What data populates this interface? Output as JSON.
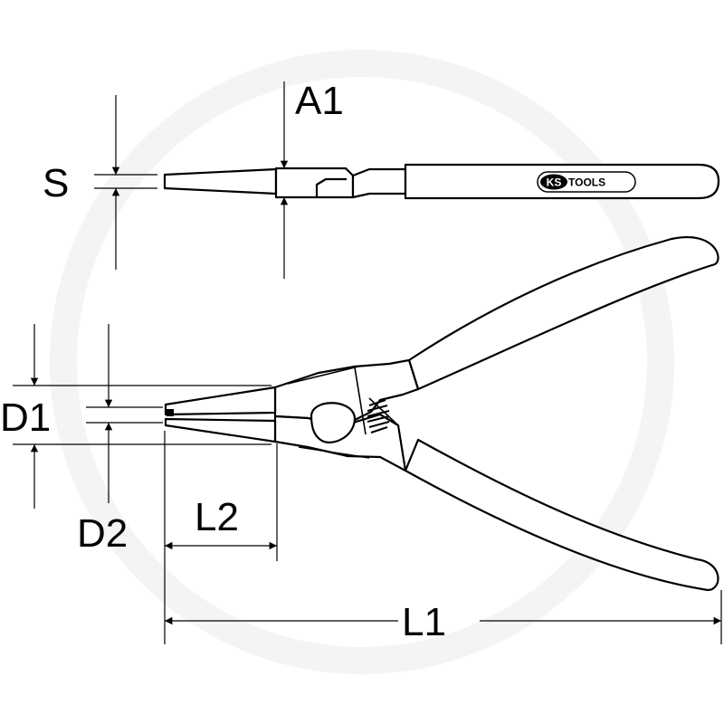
{
  "labels": {
    "s": "S",
    "a1": "A1",
    "d1": "D1",
    "d2": "D2",
    "l2": "L2",
    "l1": "L1"
  },
  "logo": {
    "ks": "KS",
    "tools": "TOOLS"
  }
}
